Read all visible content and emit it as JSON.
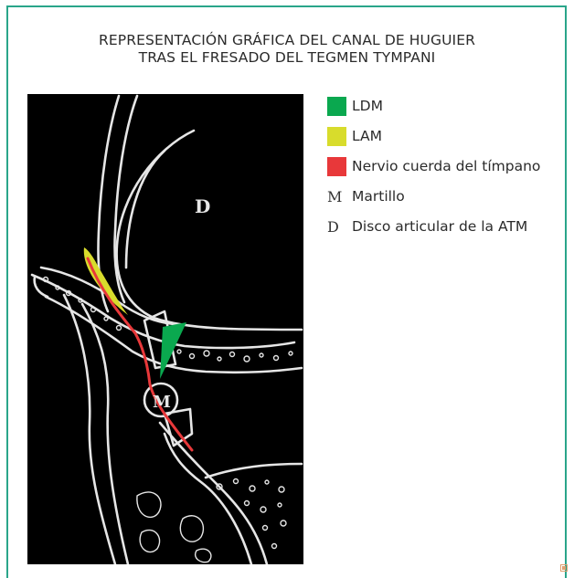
{
  "title": {
    "line1": "REPRESENTACIÓN GRÁFICA DEL CANAL DE HUGUIER",
    "line2": "TRAS EL FRESADO DEL TEGMEN TYMPANI"
  },
  "illustration": {
    "label_disc": "D",
    "label_malleus": "M",
    "colors": {
      "background": "#000000",
      "bone": "#e6e6e6",
      "ldm": "#0aa84f",
      "lam": "#d8dc2c",
      "nerve": "#e8383a"
    }
  },
  "legend": {
    "items": [
      {
        "swatch_color": "#0aa84f",
        "label": "LDM"
      },
      {
        "swatch_color": "#d8dc2c",
        "label": "LAM"
      },
      {
        "swatch_color": "#e8383a",
        "label": "Nervio cuerda del tímpano"
      },
      {
        "letter": "M",
        "label": "Martillo"
      },
      {
        "letter": "D",
        "label": "Disco articular de la ATM"
      }
    ]
  },
  "frame_color": "#2aa58a"
}
